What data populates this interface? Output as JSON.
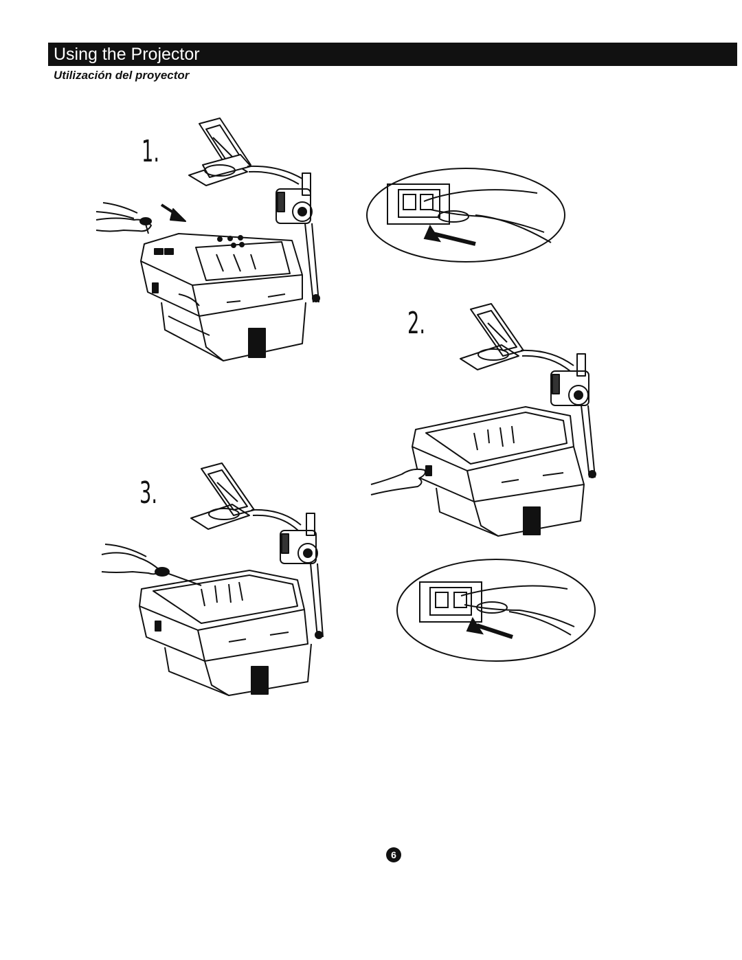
{
  "header": {
    "title": "Using the Projector",
    "subtitle": "Utilización del proyector"
  },
  "steps": [
    {
      "number": "1."
    },
    {
      "number": "2."
    },
    {
      "number": "3."
    }
  ],
  "footer": {
    "page_number": "6"
  },
  "icons": {
    "overhead_projector": "overhead-projector-illustration",
    "wall_outlet": "wall-outlet-inset",
    "hand": "hand-icon",
    "arrow": "arrow-icon"
  },
  "colors": {
    "title_bar": "#111111",
    "ink": "#111111",
    "paper": "#ffffff"
  }
}
